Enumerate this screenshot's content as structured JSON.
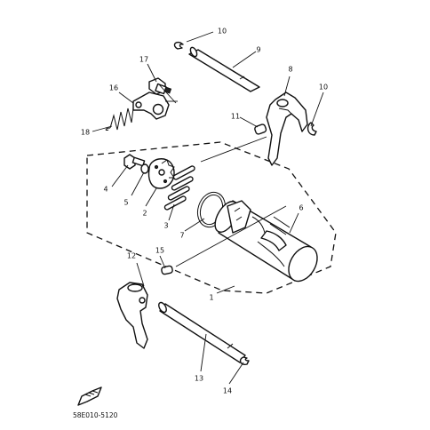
{
  "callouts": {
    "c1": "1",
    "c2": "2",
    "c3": "3",
    "c4": "4",
    "c5": "5",
    "c6": "6",
    "c7": "7",
    "c8": "8",
    "c9": "9",
    "c10a": "10",
    "c10b": "10",
    "c11": "11",
    "c12": "12",
    "c13": "13",
    "c14": "14",
    "c15": "15",
    "c16": "16",
    "c17": "17",
    "c18": "18"
  },
  "diagram_code": "58E010-5120",
  "icons": {
    "front_marker": "front-direction-icon"
  }
}
